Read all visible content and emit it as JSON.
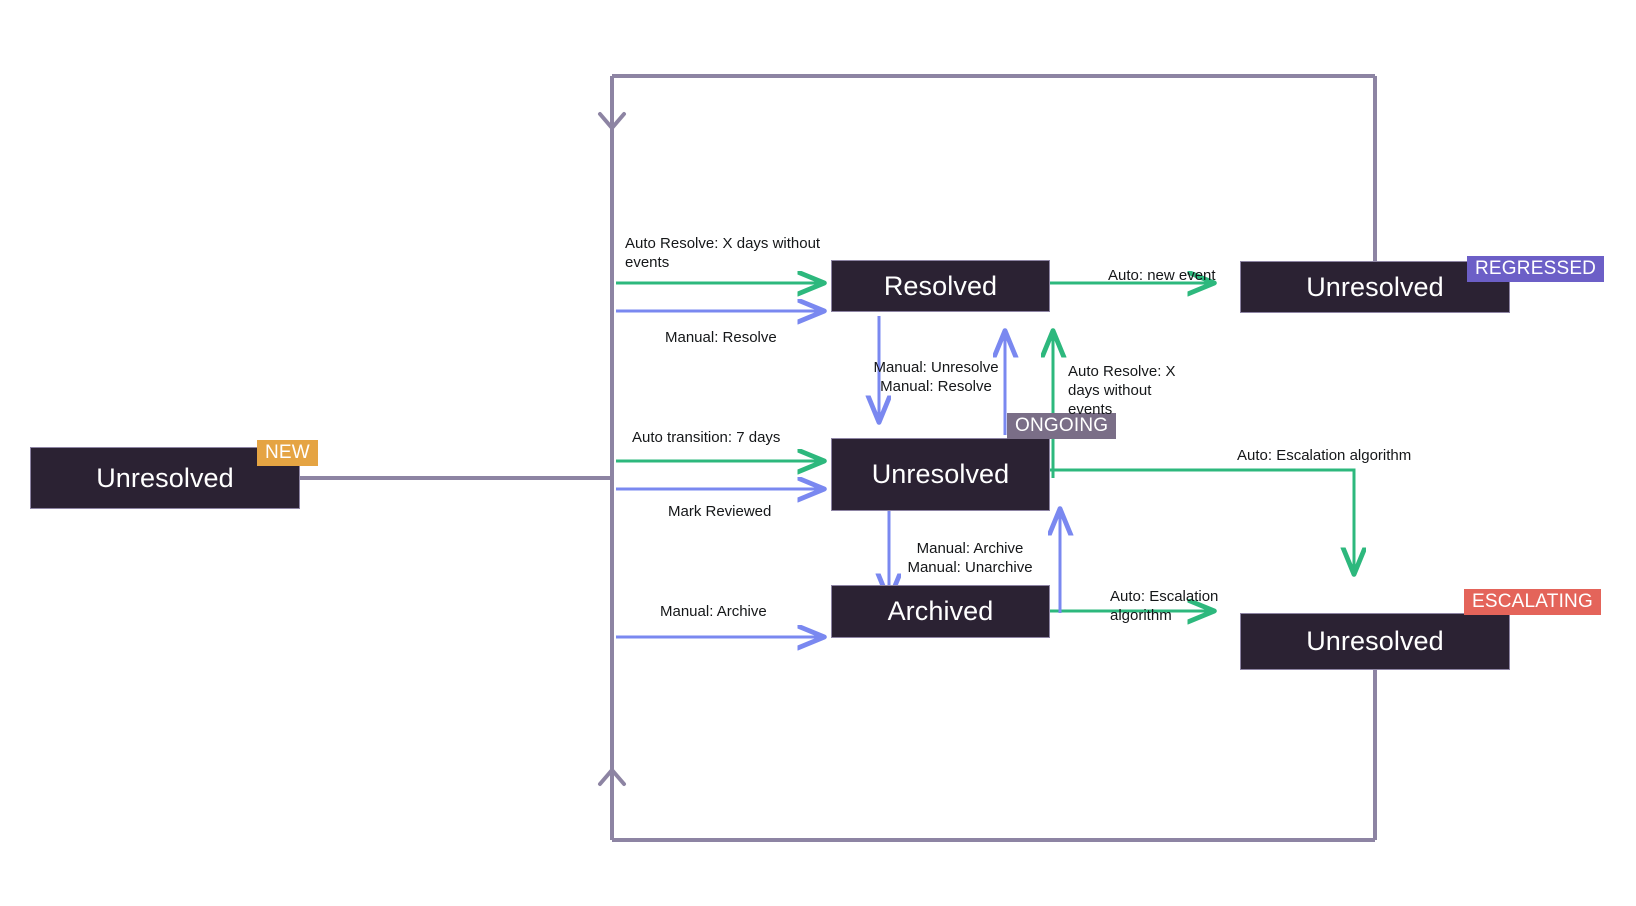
{
  "diagram": {
    "title": "Issue state transition diagram",
    "colors": {
      "node_fill": "#2b2233",
      "node_text": "#ffffff",
      "auto_edge": "#2db87d",
      "manual_edge": "#7a88f0",
      "frame_edge": "#8d84a3",
      "badge_new": "#e5a443",
      "badge_ongoing": "#7a6e87",
      "badge_regressed": "#6c5fc7",
      "badge_escalating": "#e4645a",
      "background": "#ffffff"
    },
    "nodes": [
      {
        "id": "new",
        "label": "Unresolved",
        "badge": "NEW"
      },
      {
        "id": "resolved",
        "label": "Resolved",
        "badge": ""
      },
      {
        "id": "ongoing",
        "label": "Unresolved",
        "badge": "ONGOING"
      },
      {
        "id": "archived",
        "label": "Archived",
        "badge": ""
      },
      {
        "id": "regressed",
        "label": "Unresolved",
        "badge": "REGRESSED"
      },
      {
        "id": "escalating",
        "label": "Unresolved",
        "badge": "ESCALATING"
      }
    ],
    "edge_labels": {
      "auto_resolve_days": "Auto Resolve: X days without\nevents",
      "manual_resolve": "Manual: Resolve",
      "auto_transition_7_days": "Auto transition: 7 days",
      "mark_reviewed": "Mark Reviewed",
      "manual_archive_left": "Manual: Archive",
      "manual_unresolve_resolve": "Manual: Unresolve\nManual: Resolve",
      "auto_resolve_days_up": "Auto Resolve: X\ndays without\nevents",
      "auto_new_event": "Auto: new event",
      "manual_archive_unarchive": "Manual: Archive\nManual: Unarchive",
      "auto_escalation_top": "Auto: Escalation algorithm",
      "auto_escalation_bottom": "Auto: Escalation\nalgorithm"
    }
  }
}
